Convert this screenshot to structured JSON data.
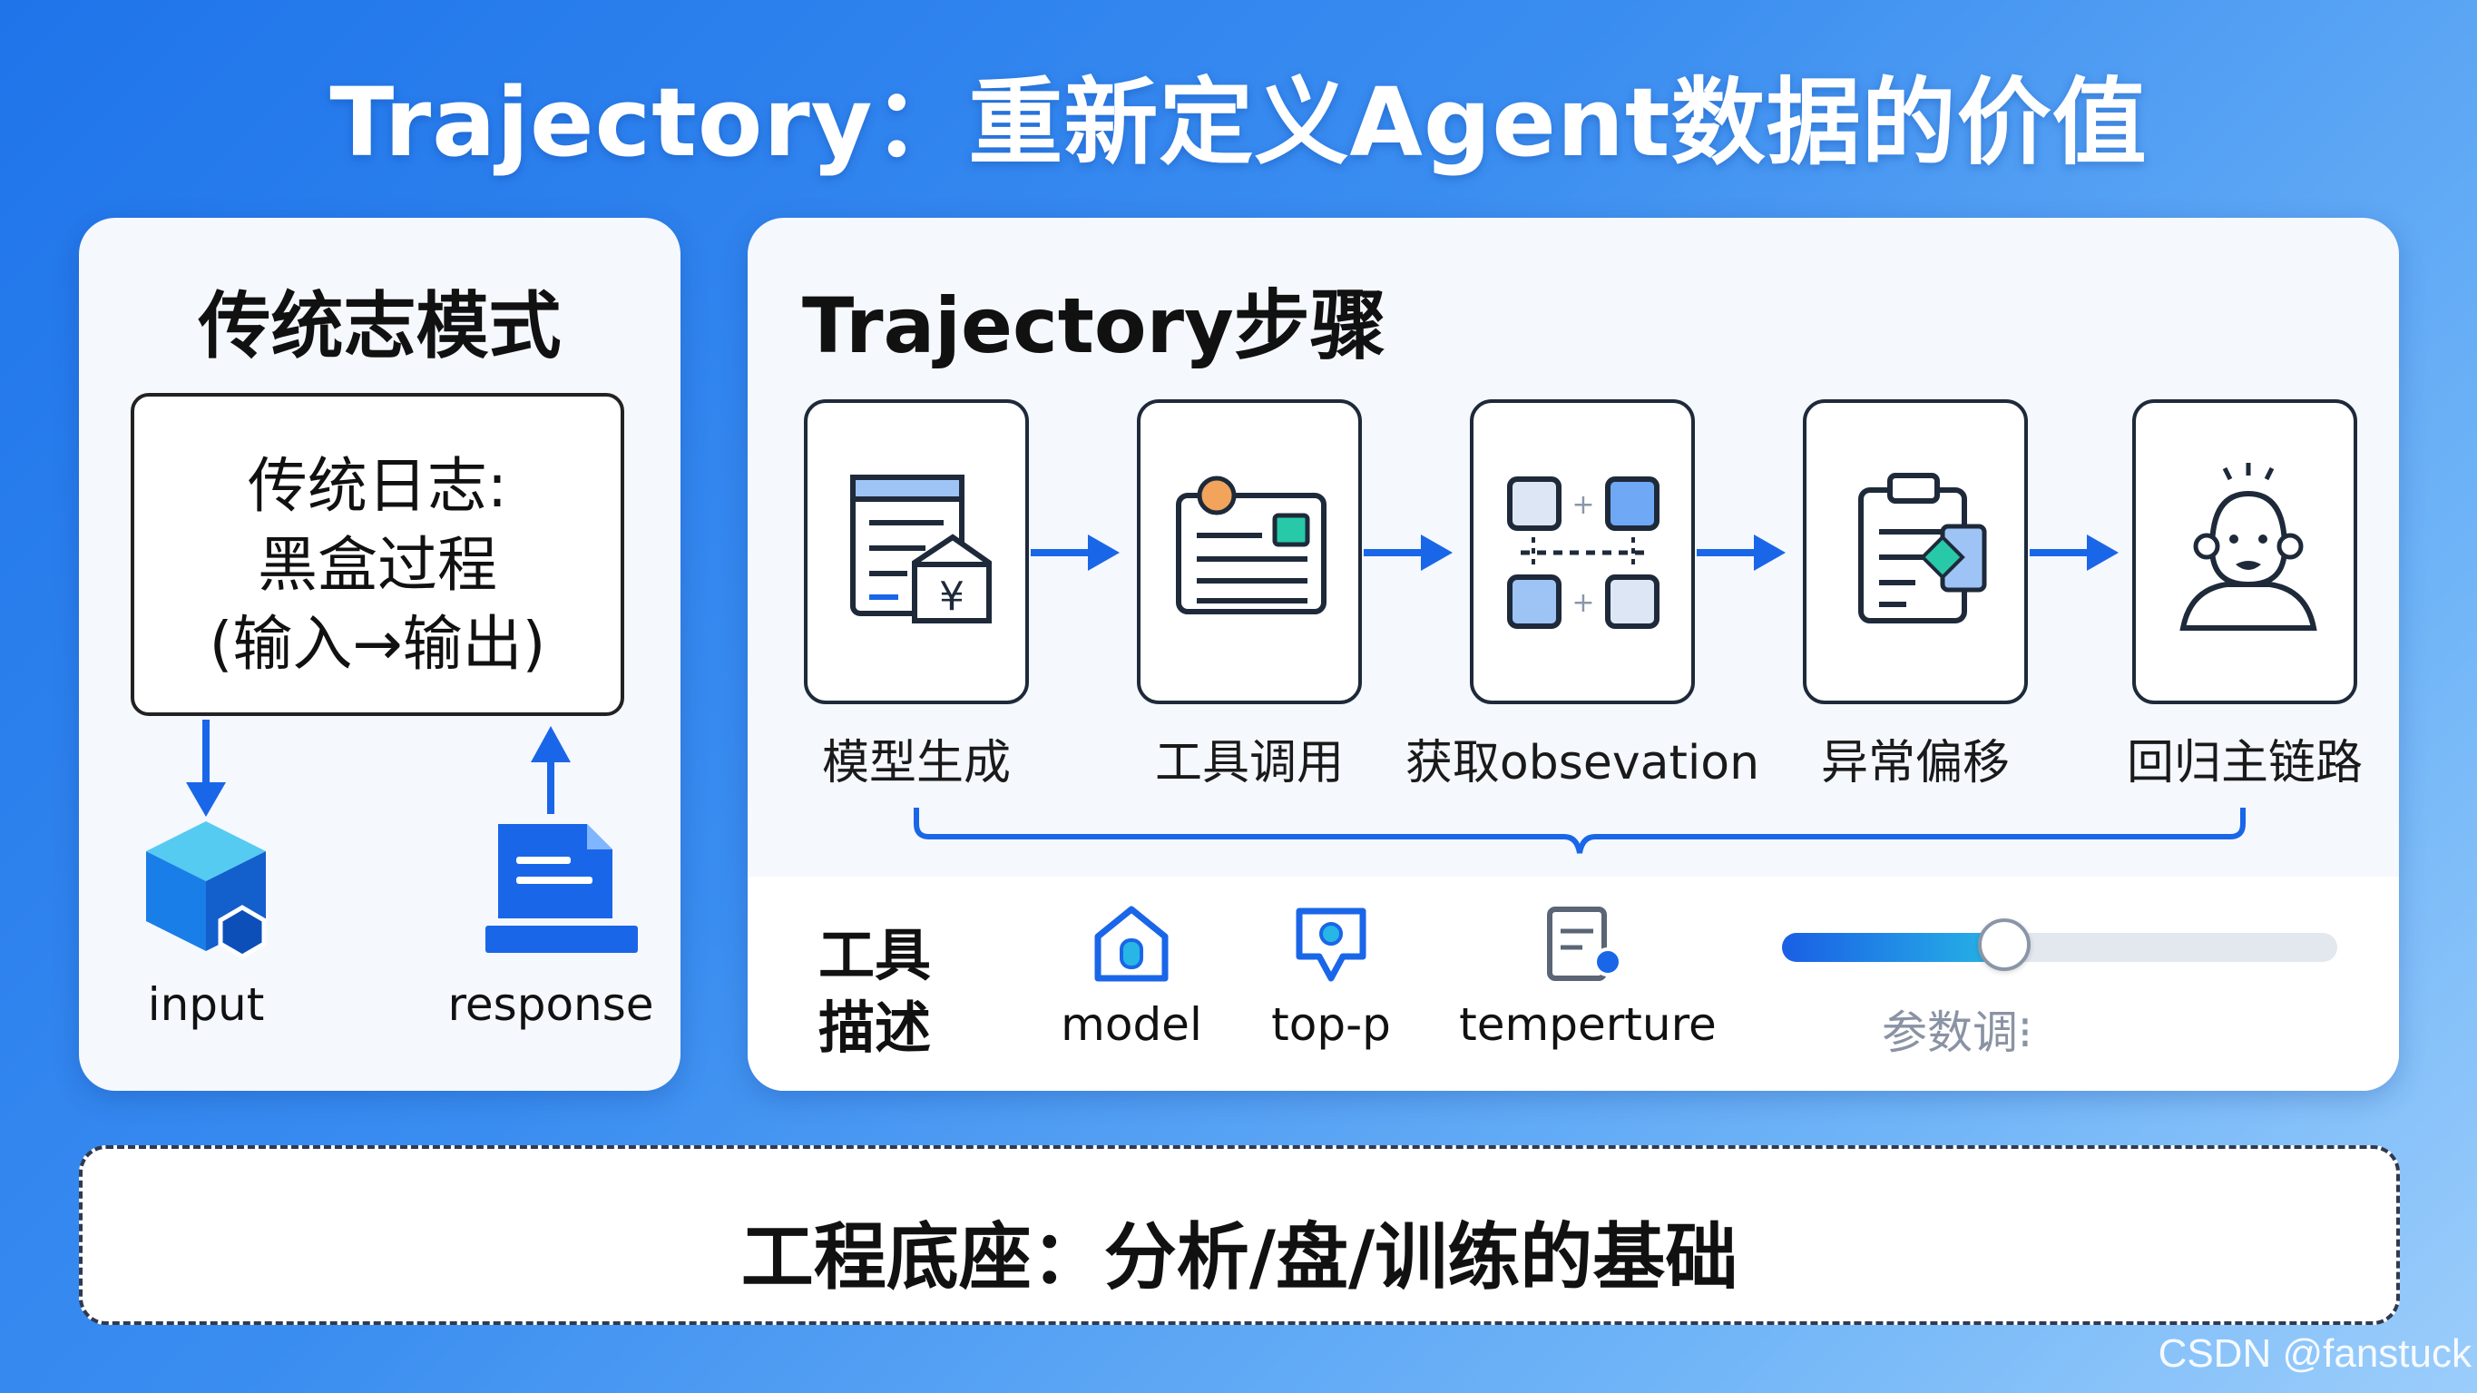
{
  "title": "Trajectory：重新定义Agent数据的价值",
  "traditional": {
    "heading": "传统志模式",
    "log_line1": "传统日志:",
    "log_line2": "黑盒过程",
    "log_line3": "(输入→输出)",
    "input_label": "input",
    "response_label": "response",
    "input_icon": "cube-icon",
    "response_icon": "document-icon"
  },
  "trajectory": {
    "heading": "Trajectory步骤",
    "steps": [
      {
        "label": "模型生成",
        "icon": "model-generate-icon"
      },
      {
        "label": "工具调用",
        "icon": "tool-call-icon"
      },
      {
        "label": "获取obsevation",
        "icon": "observation-icon"
      },
      {
        "label": "异常偏移",
        "icon": "anomaly-icon"
      },
      {
        "label": "回归主链路",
        "icon": "return-main-icon"
      }
    ]
  },
  "tool_desc": {
    "title_line1": "工具",
    "title_line2": "描述",
    "params": [
      {
        "label": "model",
        "icon": "model-icon"
      },
      {
        "label": "top-p",
        "icon": "top-p-icon"
      },
      {
        "label": "temperture",
        "icon": "temperature-icon"
      }
    ],
    "slider_caption": "参数调⁝",
    "slider_level": 0.4
  },
  "foundation": {
    "text": "工程底座：分析/盘/训练的基础"
  },
  "watermark": "CSDN @fanstuck",
  "colors": {
    "accent_blue": "#1a66e8",
    "cyan": "#27b6e6",
    "dark": "#1e2a3a",
    "orange": "#f2a35c"
  }
}
